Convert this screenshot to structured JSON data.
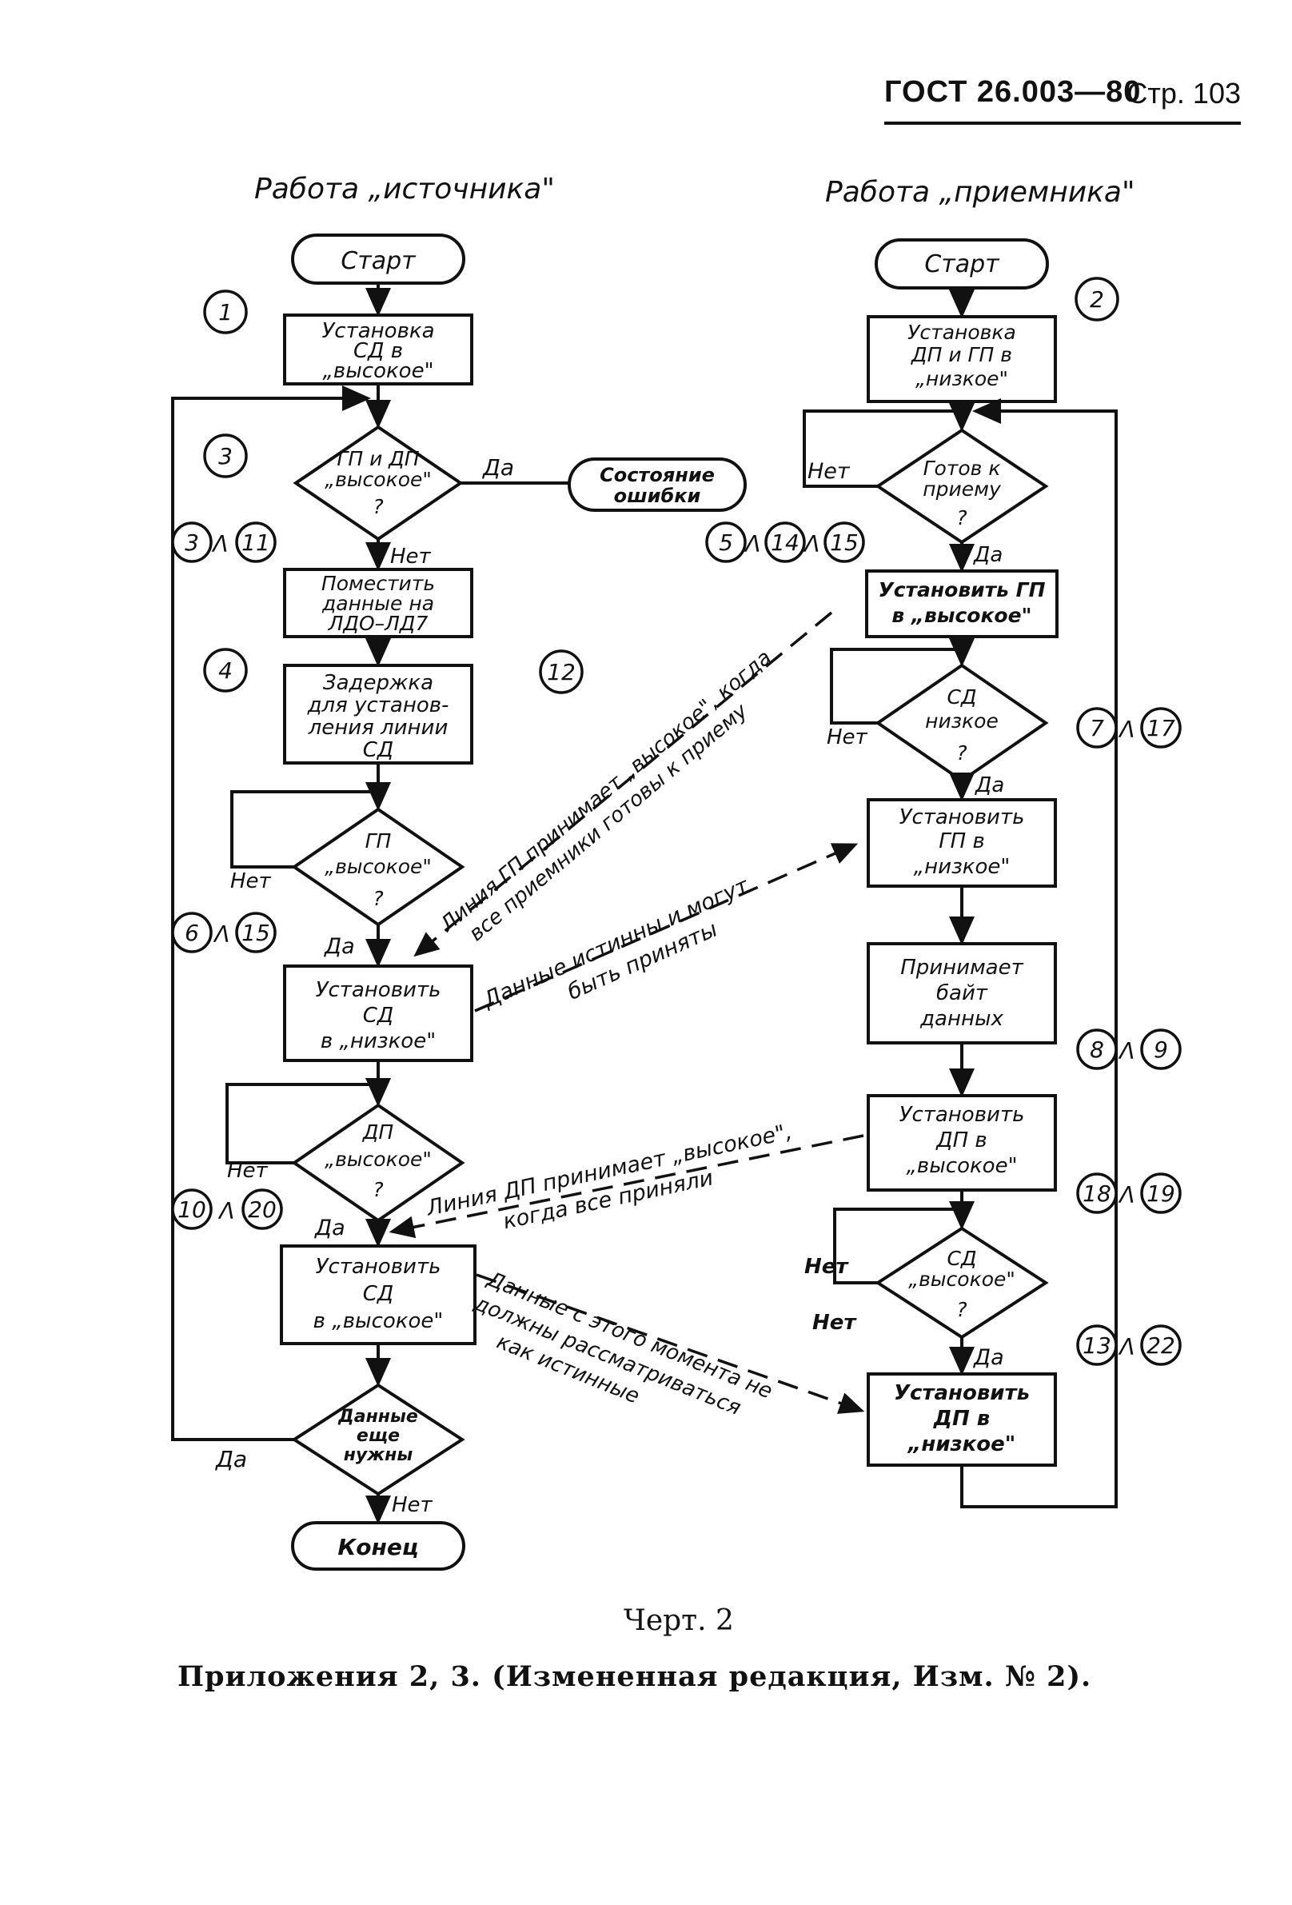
{
  "header": {
    "standard": "ГОСТ 26.003—80",
    "page": "Стр. 103"
  },
  "columns": {
    "source": "Работа „источника\"",
    "receiver": "Работа „приемника\""
  },
  "source": {
    "start": "Старт",
    "set_sd_high": [
      "Установка",
      "СД в",
      "„высокое\""
    ],
    "check_gp_dp": [
      "ГП и ДП",
      "„высокое\"",
      "?"
    ],
    "error": [
      "Состояние",
      "ошибки"
    ],
    "place_data": [
      "Поместить",
      "данные на",
      "ЛДО–ЛД7"
    ],
    "delay": [
      "Задержка",
      "для установ-",
      "ления линии",
      "СД"
    ],
    "check_gp_high": [
      "ГП",
      "„высокое\"",
      "?"
    ],
    "set_sd_low": [
      "Установить",
      "СД",
      "в „низкое\""
    ],
    "check_dp_high": [
      "ДП",
      "„высокое\"",
      "?"
    ],
    "set_sd_high2": [
      "Установить",
      "СД",
      "в „высокое\""
    ],
    "more_data": [
      "Данные",
      "еще",
      "нужны"
    ],
    "end": "Конец"
  },
  "receiver": {
    "start": "Старт",
    "set_dp_gp_low": [
      "Установка",
      "ДП и ГП в",
      "„низкое\""
    ],
    "ready": [
      "Готов к",
      "приему",
      "?"
    ],
    "set_gp_high": [
      "Установить ГП",
      "в „высокое\""
    ],
    "check_sd_low": [
      "СД",
      "низкое",
      "?"
    ],
    "set_gp_low": [
      "Установить",
      "ГП в",
      "„низкое\""
    ],
    "accept_byte": [
      "Принимает",
      "байт",
      "данных"
    ],
    "set_dp_high": [
      "Установить",
      "ДП в",
      "„высокое\""
    ],
    "check_sd_high": [
      "СД",
      "„высокое\"",
      "?"
    ],
    "set_dp_low": [
      "Установить",
      "ДП в",
      "„низкое\""
    ]
  },
  "labels": {
    "yes": "Да",
    "no": "Нет"
  },
  "circles": {
    "c1": "1",
    "c2": "2",
    "c3": "3",
    "c4": "4",
    "c12": "12",
    "g3a": "3",
    "g3b": "11",
    "g5a": "5",
    "g5b": "14",
    "g5c": "15",
    "g6a": "6",
    "g6b": "15",
    "g7a": "7",
    "g7b": "17",
    "g8a": "8",
    "g8b": "9",
    "g10a": "10",
    "g10b": "20",
    "g18a": "18",
    "g18b": "19",
    "g13a": "13",
    "g13b": "22"
  },
  "and_sign": "Λ",
  "annotations": {
    "gp_line": [
      "Линия ГП принимает „высокое\", когда",
      "все приемники готовы к приему"
    ],
    "data_valid": [
      "Данные истинны и могут",
      "быть приняты"
    ],
    "dp_line": [
      "Линия ДП принимает „высокое\",",
      "когда все приняли"
    ],
    "data_not_valid": [
      "Данные с этого момента не",
      "должны рассматриваться",
      "как истинные"
    ]
  },
  "caption": "Черт. 2",
  "footnote": "Приложения 2, 3. (Измененная редакция, Изм. № 2)."
}
